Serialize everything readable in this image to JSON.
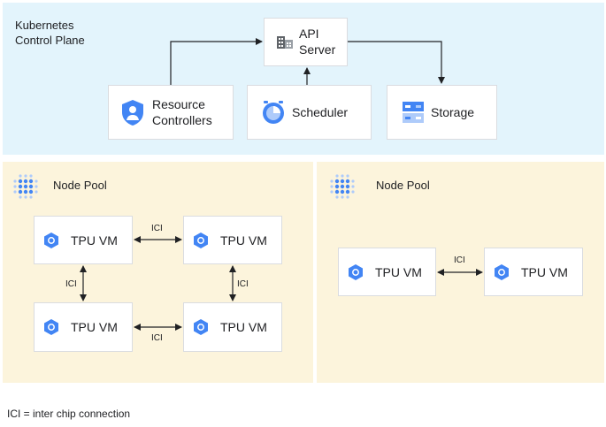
{
  "control_plane": {
    "title_line1": "Kubernetes",
    "title_line2": "Control Plane",
    "api_server": {
      "line1": "API",
      "line2": "Server",
      "icon": "building-icon"
    },
    "resource_controllers": {
      "line1": "Resource",
      "line2": "Controllers",
      "icon": "shield-user-icon"
    },
    "scheduler": {
      "label": "Scheduler",
      "icon": "clock-icon"
    },
    "storage": {
      "label": "Storage",
      "icon": "storage-icon"
    }
  },
  "node_pool_1": {
    "title": "Node Pool",
    "icon": "node-pool-dots-icon",
    "vms": [
      "TPU VM",
      "TPU VM",
      "TPU VM",
      "TPU VM"
    ],
    "ici_labels": [
      "ICI",
      "ICI",
      "ICI",
      "ICI"
    ]
  },
  "node_pool_2": {
    "title": "Node Pool",
    "icon": "node-pool-dots-icon",
    "vms": [
      "TPU VM",
      "TPU VM"
    ],
    "ici_label": "ICI"
  },
  "footer": "ICI = inter chip connection",
  "colors": {
    "control_plane_bg": "#e3f4fc",
    "node_pool_bg": "#fcf4dc",
    "icon_blue": "#4285f4",
    "icon_light_blue": "#aecbfa"
  }
}
